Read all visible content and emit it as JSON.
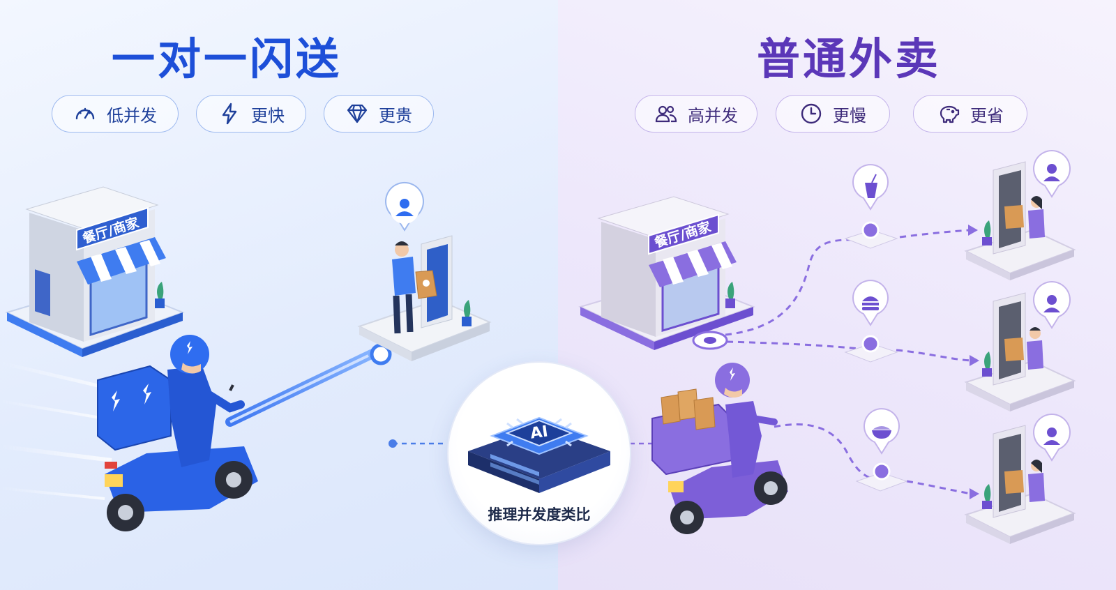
{
  "left": {
    "title": "一对一闪送",
    "tags": [
      {
        "icon": "speedometer-icon",
        "label": "低并发"
      },
      {
        "icon": "lightning-icon",
        "label": "更快"
      },
      {
        "icon": "diamond-icon",
        "label": "更贵"
      }
    ],
    "store_label": "餐厅/商家"
  },
  "right": {
    "title": "普通外卖",
    "tags": [
      {
        "icon": "users-icon",
        "label": "高并发"
      },
      {
        "icon": "clock-icon",
        "label": "更慢"
      },
      {
        "icon": "piggy-bank-icon",
        "label": "更省"
      }
    ],
    "store_label": "餐厅/商家",
    "delivery_icons": [
      "drink-icon",
      "burger-icon",
      "rice-bowl-icon"
    ]
  },
  "center": {
    "chip_label": "AI",
    "caption": "推理并发度类比"
  },
  "colors": {
    "blue": "#1d4fd8",
    "purple": "#5b37b8",
    "light_blue": "#3f7cf0",
    "light_purple": "#8a6ee0"
  }
}
